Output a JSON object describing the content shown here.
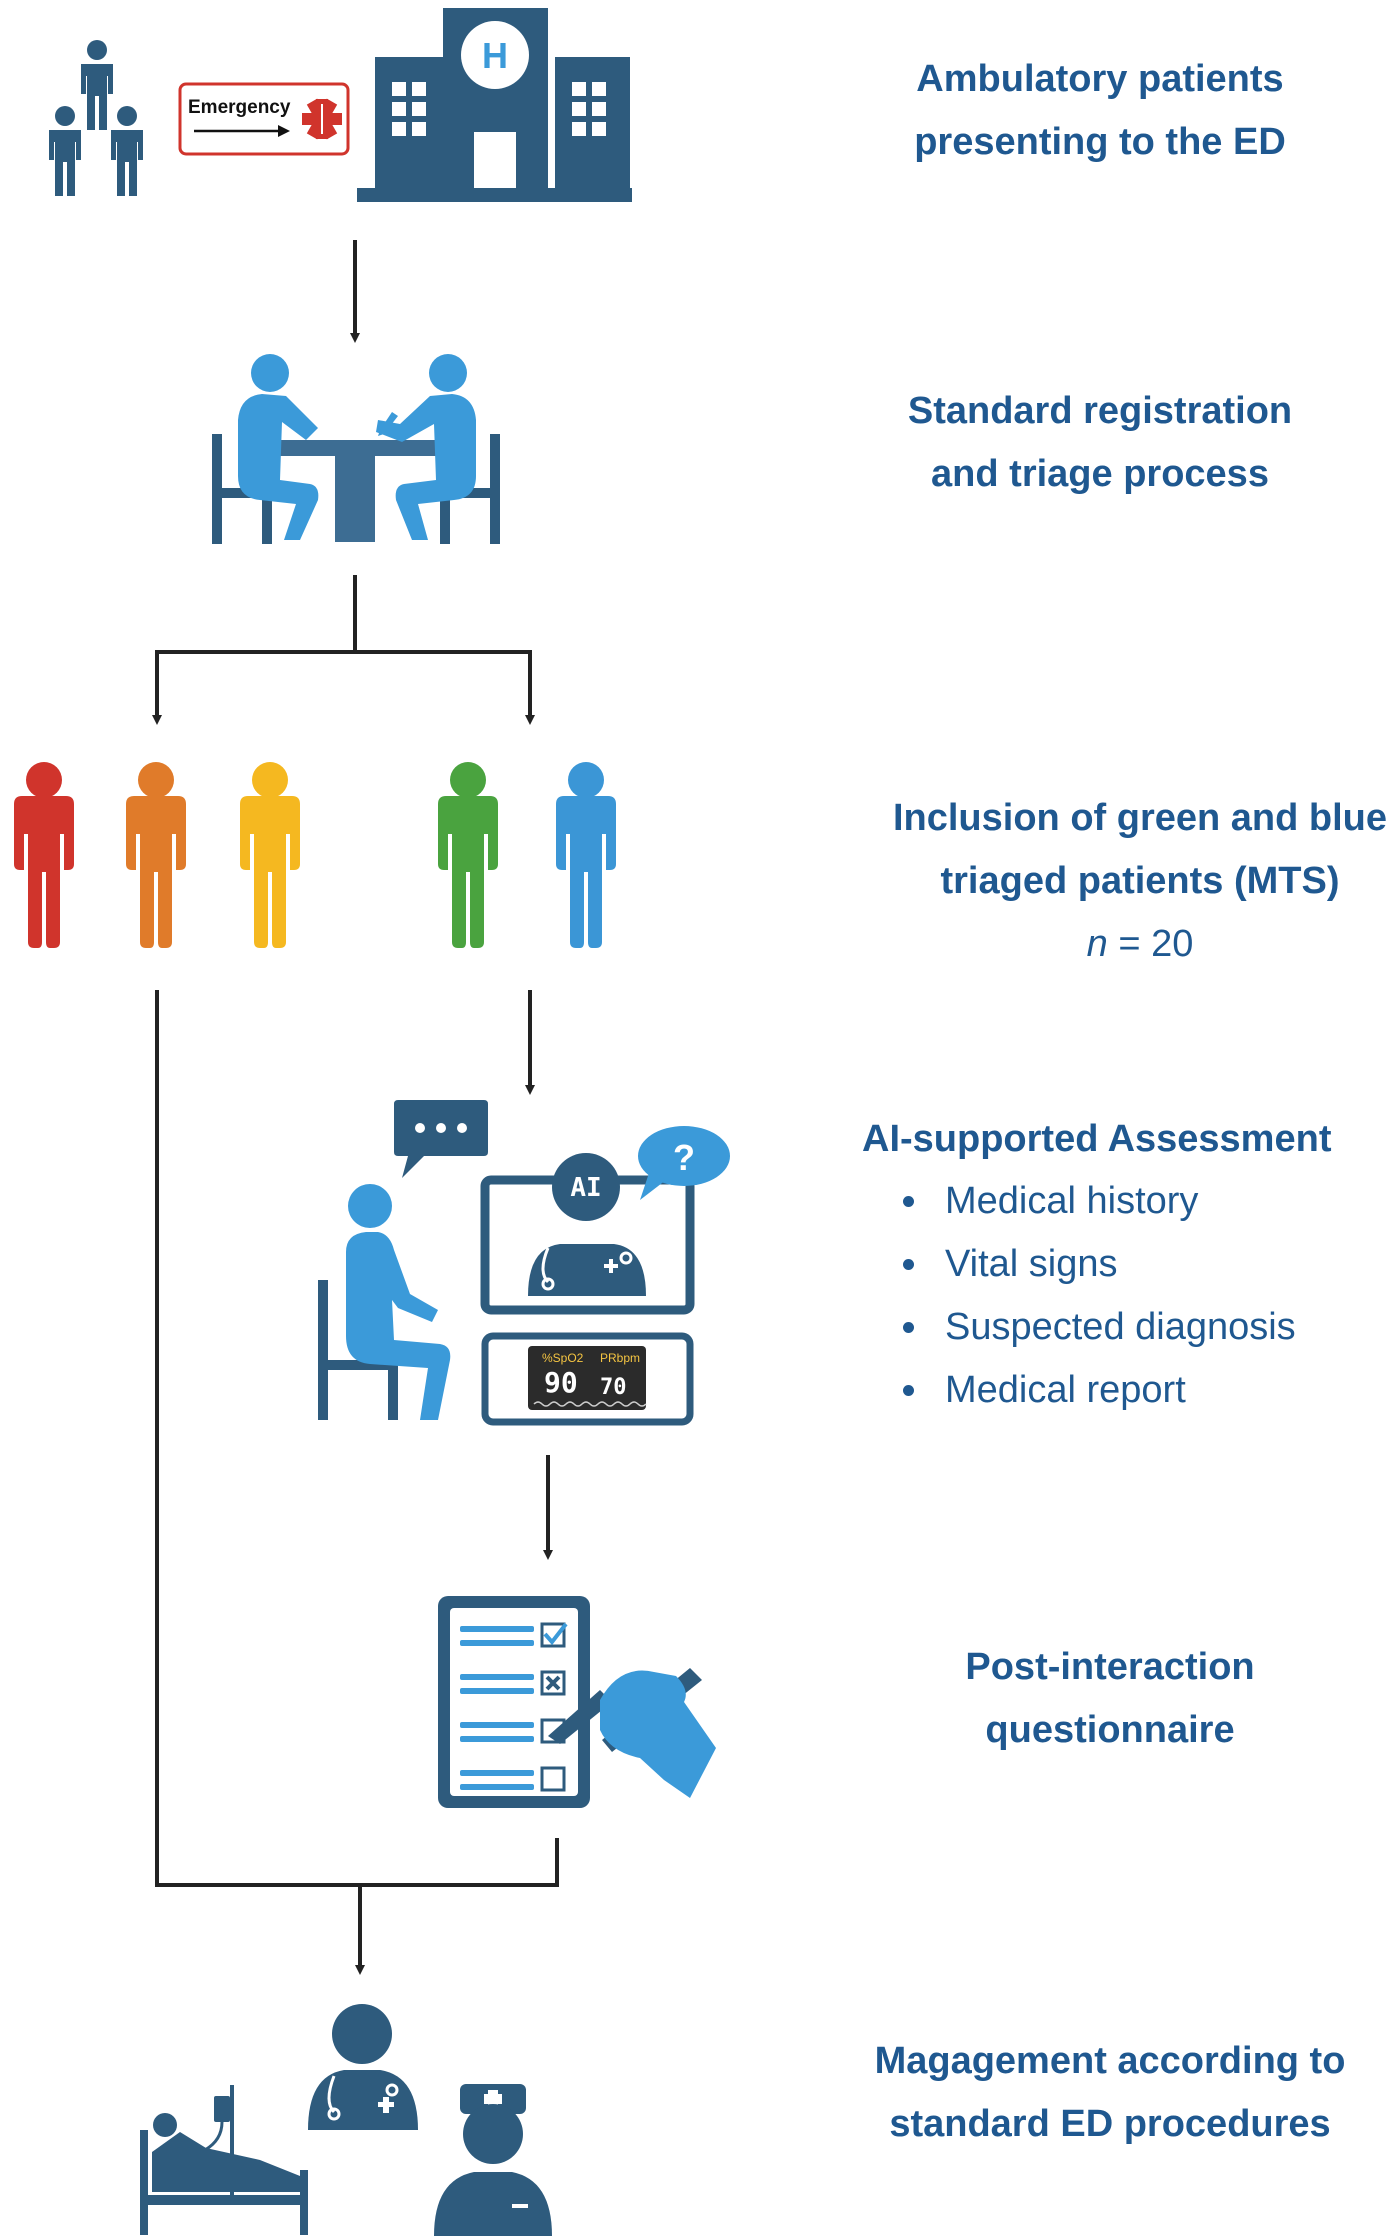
{
  "steps": [
    {
      "id": "presenting",
      "lines": [
        "Ambulatory patients",
        "presenting to the ED"
      ]
    },
    {
      "id": "triage",
      "lines": [
        "Standard registration",
        "and triage process"
      ]
    },
    {
      "id": "inclusion",
      "lines": [
        "Inclusion of green and blue",
        "triaged patients (MTS)"
      ],
      "n_symbol": "n",
      "n_rest": " = 20"
    },
    {
      "id": "ai",
      "heading": "AI-supported Assessment",
      "bullets": [
        "Medical history",
        "Vital signs",
        "Suspected diagnosis",
        "Medical report"
      ]
    },
    {
      "id": "questionnaire",
      "lines": [
        "Post-interaction",
        "questionnaire"
      ]
    },
    {
      "id": "management",
      "lines": [
        "Magagement according to",
        "standard ED procedures"
      ]
    }
  ],
  "icons": {
    "emergency_sign": "Emergency",
    "hospital_letter": "H",
    "ai_badge": "AI",
    "speech_question": "?",
    "monitor_spo2_label": "%SpO2",
    "monitor_pr_label": "PRbpm",
    "monitor_spo2_value": "90",
    "monitor_pr_value": "70"
  },
  "colors": {
    "text": "#1f5890",
    "dark_icon": "#2e5b7d",
    "light_icon": "#3b9ad9",
    "triage_red": "#d0342c",
    "triage_orange": "#e07b2a",
    "triage_yellow": "#f5b820",
    "triage_green": "#4aa33f",
    "triage_blue": "#3b96d6",
    "arrow": "#222222"
  }
}
